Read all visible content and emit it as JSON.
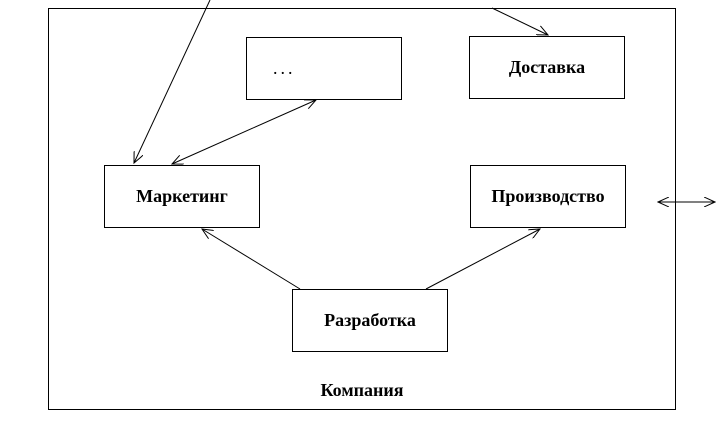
{
  "diagram": {
    "container_label": "Компания",
    "nodes": {
      "ellipsis": "...",
      "delivery": "Доставка",
      "marketing": "Маркетинг",
      "production": "Производство",
      "development": "Разработка"
    },
    "edges": [
      {
        "from": "outside-top-left",
        "to": "marketing",
        "style": "arrow"
      },
      {
        "from": "outside-top",
        "to": "delivery",
        "style": "arrow"
      },
      {
        "from": "ellipsis",
        "to": "marketing",
        "style": "double-arrow"
      },
      {
        "from": "development",
        "to": "marketing",
        "style": "arrow"
      },
      {
        "from": "development",
        "to": "production",
        "style": "arrow"
      },
      {
        "from": "company",
        "to": "outside-right",
        "style": "double-arrow"
      }
    ]
  }
}
